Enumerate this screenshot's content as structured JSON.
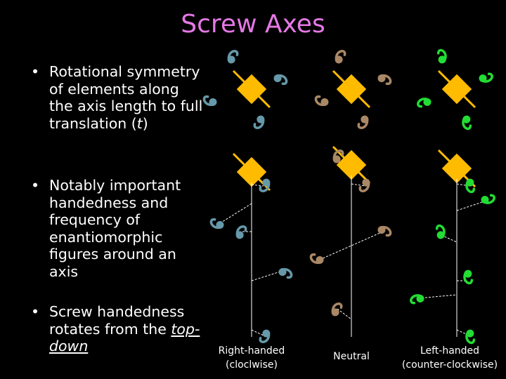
{
  "slide": {
    "title": "Screw Axes",
    "bullets": [
      {
        "pre": "Rotational symmetry of elements along the axis length to full translation (",
        "em": "t",
        "post": ")"
      },
      {
        "pre": "Notably important handedness and frequency of enantiomorphic figures around an axis",
        "em": "",
        "post": ""
      },
      {
        "pre": "Screw handedness rotates from the ",
        "em": "top-down",
        "post": ""
      }
    ]
  },
  "diagram": {
    "colors": {
      "right_handed": "#6699aa",
      "neutral": "#aa8866",
      "left_handed": "#22dd33",
      "diamond": "#ffbb00"
    },
    "columns": [
      {
        "caption_line1": "Right-handed",
        "caption_line2": "(cloclwise)"
      },
      {
        "caption_line1": "Neutral",
        "caption_line2": ""
      },
      {
        "caption_line1": "Left-handed",
        "caption_line2": "(counter-clockwise)"
      }
    ]
  }
}
